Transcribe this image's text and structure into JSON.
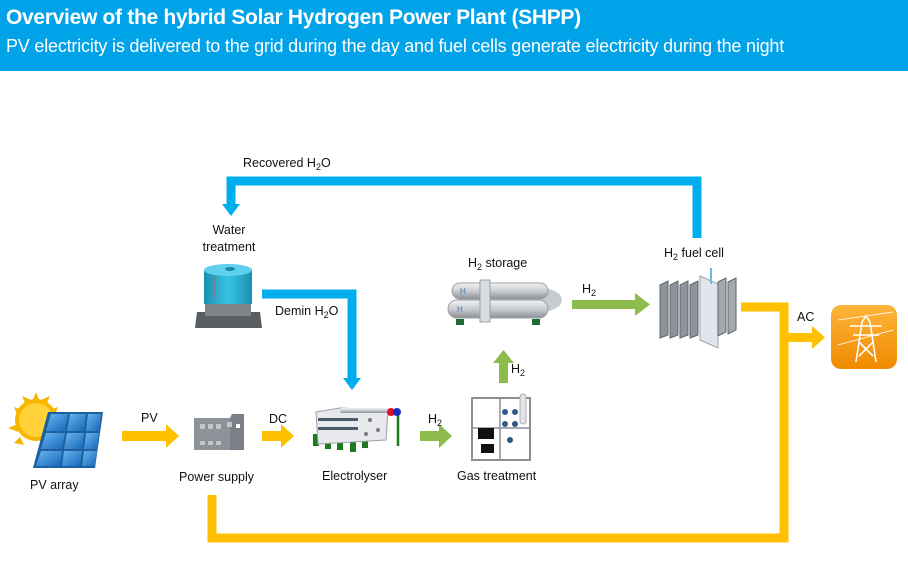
{
  "header": {
    "title": "Overview of the hybrid Solar Hydrogen Power Plant (SHPP)",
    "subtitle": "PV electricity is delivered to the grid during the day and fuel cells generate electricity during the night"
  },
  "colors": {
    "header_bg": "#00a2e8",
    "water_flow": "#00adef",
    "electric_flow": "#ffc000",
    "hydrogen_flow": "#8dbb4c",
    "grid_icon": "#f7941d"
  },
  "components": {
    "pv_array": {
      "label": "PV array",
      "icon": "solar-panel-icon"
    },
    "power_supply": {
      "label": "Power supply",
      "icon": "power-supply-icon"
    },
    "electrolyser": {
      "label": "Electrolyser",
      "icon": "electrolyser-icon"
    },
    "gas_treatment": {
      "label": "Gas treatment",
      "icon": "gas-treatment-icon"
    },
    "h2_storage": {
      "label_pre": "H",
      "label_sub": "2",
      "label_post": " storage",
      "icon": "hydrogen-tank-icon"
    },
    "fuel_cell": {
      "label_pre": "H",
      "label_sub": "2",
      "label_post": " fuel cell",
      "icon": "fuel-cell-icon"
    },
    "water_treatment": {
      "label_line1": "Water",
      "label_line2": "treatment",
      "icon": "water-tank-icon"
    },
    "grid": {
      "icon": "power-pylon-icon"
    }
  },
  "flows": {
    "pv": "PV",
    "dc": "DC",
    "ac": "AC",
    "h2_pre": "H",
    "h2_sub": "2",
    "recovered_pre": "Recovered H",
    "recovered_sub": "2",
    "recovered_post": "O",
    "demin_pre": "Demin H",
    "demin_sub": "2",
    "demin_post": "O"
  }
}
